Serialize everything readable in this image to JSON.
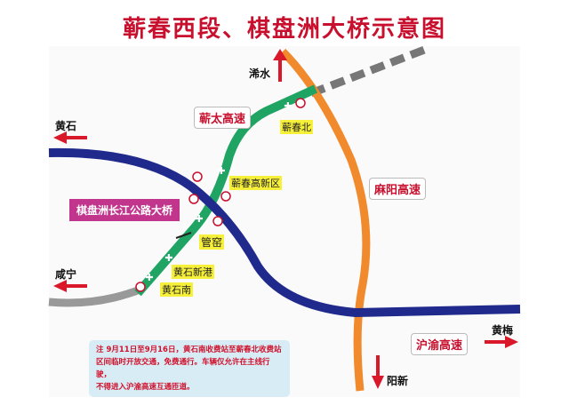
{
  "title": "蕲春西段、棋盘洲大桥示意图",
  "cities": {
    "xishui": "浠水",
    "huangshi": "黄石",
    "xianning": "咸宁",
    "huangmei": "黄梅",
    "yangxin": "阳新"
  },
  "highways": {
    "qitai": "蕲太高速",
    "mayang": "麻阳高速",
    "huyu": "沪渝高速"
  },
  "bridge": "棋盘洲长江公路大桥",
  "stations": [
    "蕲春北",
    "蕲春高新区",
    "管窑",
    "黄石新港",
    "黄石南"
  ],
  "note": [
    "注 9月11日至9月16日，黄石南收费站至蕲春北收费站",
    "区间临时开放交通，免费通行。车辆仅允许在主线行驶，",
    "不得进入沪渝高速互通匝道。"
  ],
  "colors": {
    "title": "#c8102e",
    "green_road": "#1fa463",
    "blue_road": "#1f2a8c",
    "orange_road": "#f08a2c",
    "arrow": "#d9182a"
  }
}
